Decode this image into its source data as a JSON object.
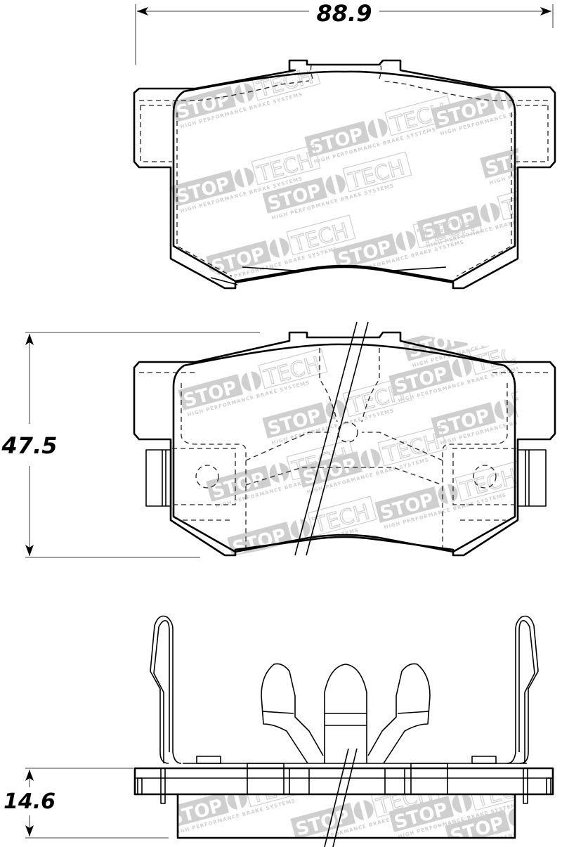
{
  "diagram": {
    "subject": "Brake pad technical drawing",
    "brand_watermark": {
      "logo_text_left": "STOP",
      "logo_text_right": "TECH",
      "tagline": "HIGH PERFORMANCE BRAKE SYSTEMS",
      "color": "#cfcfcf"
    },
    "dimensions": {
      "width": {
        "label": "88.9",
        "orientation": "horizontal"
      },
      "height": {
        "label": "47.5",
        "orientation": "vertical"
      },
      "thickness": {
        "label": "14.6",
        "orientation": "vertical"
      }
    },
    "views": [
      {
        "name": "friction-side-view"
      },
      {
        "name": "backing-plate-view"
      },
      {
        "name": "edge-side-view-with-clips"
      }
    ]
  }
}
